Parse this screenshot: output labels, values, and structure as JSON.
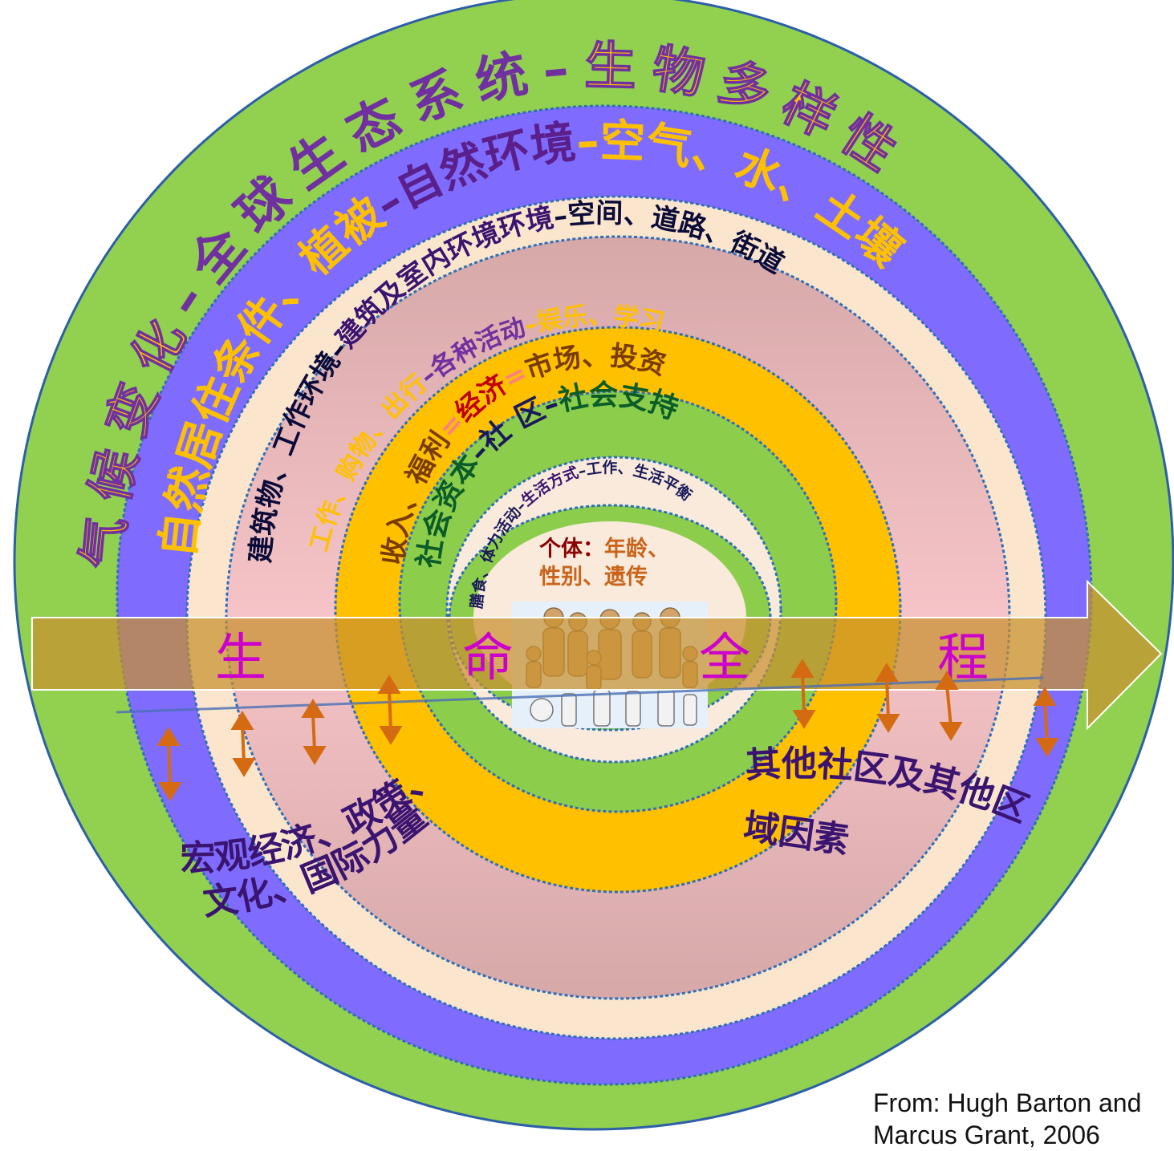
{
  "colors": {
    "outer_green": "#92d050",
    "purple": "#7f6cff",
    "cream": "#fbe6cd",
    "pink": "#e8b3b8",
    "orange": "#ffc000",
    "inner_green": "#8cce4c",
    "core": "#f9eadb",
    "dotted": "#2f6fb8",
    "arrow_fill": "#c8902e",
    "life_text": "#cc00cc",
    "small_arrow": "#d46a12"
  },
  "rings": {
    "global": {
      "prefix": "气候变化",
      "sep": "–",
      "center": "全球生态系统",
      "suffix": "生物多样性"
    },
    "natural": {
      "left": "自然居住条件、植被",
      "center": "自然环境",
      "right": "空气、水、土壤"
    },
    "built": {
      "left": "建筑物、工作环境",
      "center": "建筑及室内环境环境",
      "right": "空间、道路、街道"
    },
    "activities": {
      "left": "工作、购物、出行",
      "center": "各种活动",
      "right": "娱乐、学习"
    },
    "economy": {
      "left": "收入、福利",
      "center": "经济",
      "right": "市场、投资"
    },
    "community": {
      "left": "社会资本",
      "center": "社 区",
      "right": "社会支持"
    },
    "lifestyle": {
      "left": "膳食、体力活动",
      "center": "生活方式",
      "right": "工作、生活平衡"
    }
  },
  "core": {
    "label": "个体：",
    "line1_rest": "年龄、",
    "line2": "性别、遗传"
  },
  "people_icon": "people-group-icon",
  "life_course": {
    "chars": [
      "生",
      "命",
      "全",
      "程"
    ]
  },
  "bottom_labels": {
    "left_line1": "宏观经济、政策、",
    "left_line2": "文化、国际力量",
    "right_line1": "其他社区及其他区",
    "right_line2": "域因素"
  },
  "citation": {
    "line1": "From: Hugh Barton and",
    "line2": "Marcus Grant, 2006"
  }
}
